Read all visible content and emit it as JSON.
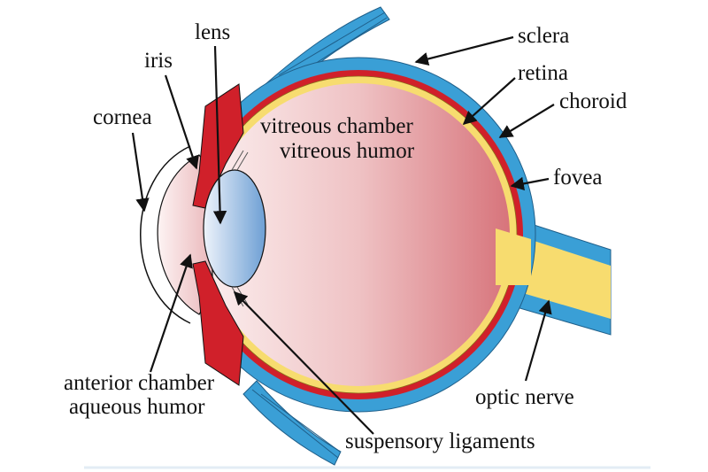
{
  "title": "Human eye cross-section",
  "labels": {
    "lens": "lens",
    "iris": "iris",
    "cornea": "cornea",
    "sclera": "sclera",
    "retina": "retina",
    "choroid": "choroid",
    "vitreous_chamber": "vitreous chamber",
    "vitreous_humor": "vitreous humor",
    "fovea": "fovea",
    "anterior_chamber": "anterior chamber",
    "aqueous_humor": "aqueous humor",
    "optic_nerve": "optic nerve",
    "suspensory_ligaments": "suspensory ligaments"
  },
  "colors": {
    "sclera": "#3a9fd6",
    "choroid": "#d0202a",
    "retina": "#f7dc6f",
    "vitreous_light": "#f8e4e4",
    "vitreous_dark": "#d9737a",
    "lens": "#7fa9d8"
  }
}
